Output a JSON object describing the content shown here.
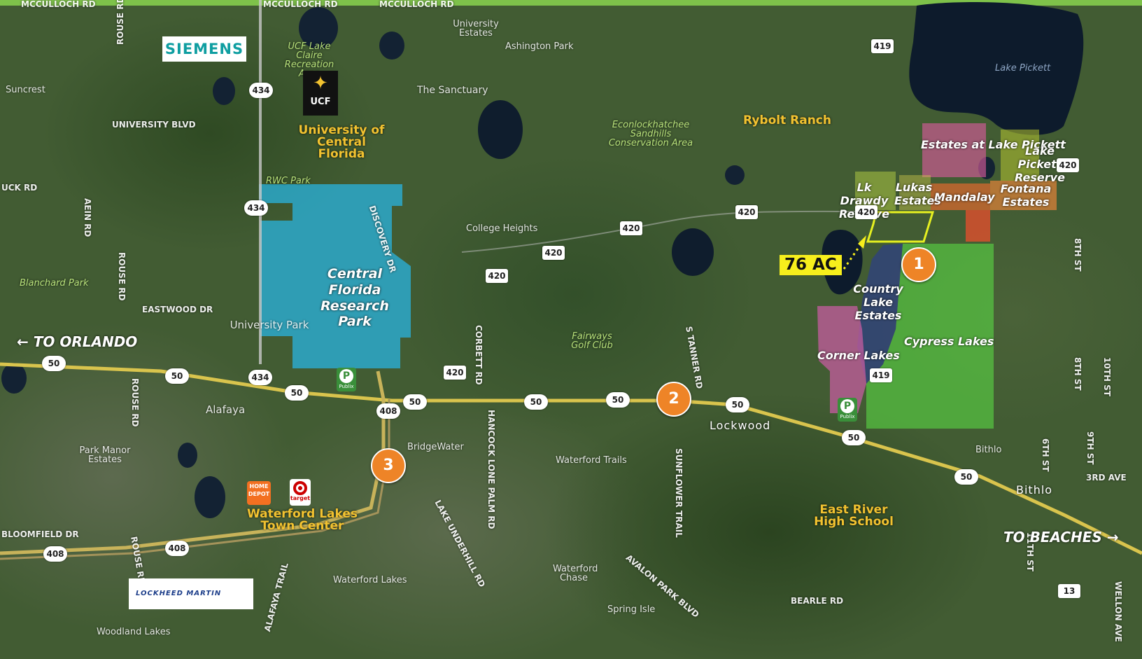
{
  "map": {
    "direction_labels": {
      "west": "TO ORLANDO",
      "east": "TO BEACHES"
    },
    "acreage_label": "76 AC",
    "markers": [
      "1",
      "2",
      "3"
    ],
    "logos": {
      "siemens": "SIEMENS",
      "lockheed": "LOCKHEED MARTIN",
      "ucf": "UCF",
      "target": "target",
      "home_depot": "HOME DEPOT",
      "publix": "Publix"
    },
    "landmarks": {
      "ucf": "University of Central Florida",
      "research_park": "Central Florida Research Park",
      "waterford_town_center": "Waterford Lakes Town Center",
      "east_river_hs": "East River High School",
      "rybolt_ranch": "Rybolt Ranch",
      "econ": "Econlockhatchee Sandhills Conservation Area",
      "ucf_lake_claire": "UCF Lake Claire Recreation Area",
      "rwc_park": "RWC Park",
      "fairways": "Fairways Golf Club",
      "blanchard_park": "Blanchard Park",
      "lake_pickett": "Lake Pickett"
    },
    "developments": {
      "estates_lake_pickett": "Estates at Lake Pickett",
      "lake_pickett_reserve": "Lake Pickett Reserve",
      "lk_drawdy": "Lk Drawdy Reserve",
      "lukas": "Lukas Estates",
      "mandalay": "Mandalay",
      "fontana": "Fontana Estates",
      "country_lake": "Country Lake Estates",
      "corner_lakes": "Corner Lakes",
      "cypress_lakes": "Cypress Lakes"
    },
    "places": {
      "university_estates": "University Estates",
      "ashington_park": "Ashington Park",
      "the_sanctuary": "The Sanctuary",
      "suncrest": "Suncrest",
      "college_heights": "College Heights",
      "university_park": "University Park",
      "alafaya": "Alafaya",
      "park_manor": "Park Manor Estates",
      "bridgewater": "BridgeWater",
      "waterford_trails": "Waterford Trails",
      "lockwood": "Lockwood",
      "bithlo_small": "Bithlo",
      "bithlo": "Bithlo",
      "waterford_lakes": "Waterford Lakes",
      "waterford_chase": "Waterford Chase",
      "spring_isle": "Spring Isle",
      "woodland_lakes": "Woodland Lakes"
    },
    "roads": {
      "mcculloch_1": "MCCULLOCH RD",
      "mcculloch_2": "MCCULLOCH RD",
      "mcculloch_3": "MCCULLOCH RD",
      "rouse_top": "ROUSE RD",
      "rouse_mid": "ROUSE RD",
      "rouse_bottom": "ROUSE RD",
      "rouse_lower": "ROUSE RD",
      "university_blvd": "UNIVERSITY BLVD",
      "uck_rd": "UCK RD",
      "aein_rd": "AEIN RD",
      "eastwood_dr": "EASTWOOD DR",
      "discovery_dr": "DISCOVERY DR",
      "corbett_rd": "CORBETT RD",
      "hancock": "HANCOCK LONE PALM RD",
      "lake_underhill": "LAKE UNDERHILL RD",
      "s_tanner": "S TANNER RD",
      "sunflower": "SUNFLOWER TRAIL",
      "avalon": "AVALON PARK BLVD",
      "bloomfield": "BLOOMFIELD DR",
      "alafaya_trail": "ALAFAYA TRAIL",
      "bearle_rd": "BEARLE RD",
      "th_8_top": "8TH ST",
      "th_8_mid": "8TH ST",
      "th_10": "10TH ST",
      "th_6": "6TH ST",
      "th_9": "9TH ST",
      "ave_3rd": "3RD AVE",
      "st_11": "11TH ST",
      "wellon": "WELLON AVE"
    },
    "shields": {
      "s50_a": "50",
      "s50_b": "50",
      "s50_c": "50",
      "s50_d": "50",
      "s50_e": "50",
      "s50_f": "50",
      "s50_g": "50",
      "s50_h": "50",
      "s50_i": "50",
      "s408_a": "408",
      "s408_b": "408",
      "s408_c": "408",
      "s434_a": "434",
      "s434_b": "434",
      "s434_c": "434",
      "s420_a": "420",
      "s420_b": "420",
      "s420_c": "420",
      "s420_d": "420",
      "s420_e": "420",
      "s420_f": "420",
      "s420_g": "420",
      "s419_a": "419",
      "s419_b": "419",
      "s13": "13"
    }
  }
}
